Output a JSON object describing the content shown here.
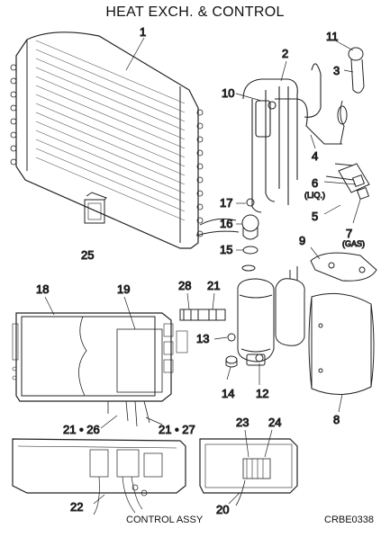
{
  "title": "HEAT EXCH. & CONTROL",
  "footer": {
    "caption": "CONTROL ASSY",
    "code": "CRBE0338"
  },
  "callouts": {
    "c1": "1",
    "c2": "2",
    "c3": "3",
    "c4": "4",
    "c5": "5",
    "c6": "6",
    "c7": "7",
    "c8": "8",
    "c9": "9",
    "c10": "10",
    "c11": "11",
    "c12": "12",
    "c13": "13",
    "c14": "14",
    "c15": "15",
    "c16": "16",
    "c17": "17",
    "c18": "18",
    "c19": "19",
    "c20": "20",
    "c21a": "21",
    "c21b": "21 • 26",
    "c21c": "21 • 27",
    "c22": "22",
    "c23": "23",
    "c24": "24",
    "c25": "25",
    "c28": "28"
  },
  "labels": {
    "liq": "(LIQ.)",
    "gas": "(GAS)"
  }
}
